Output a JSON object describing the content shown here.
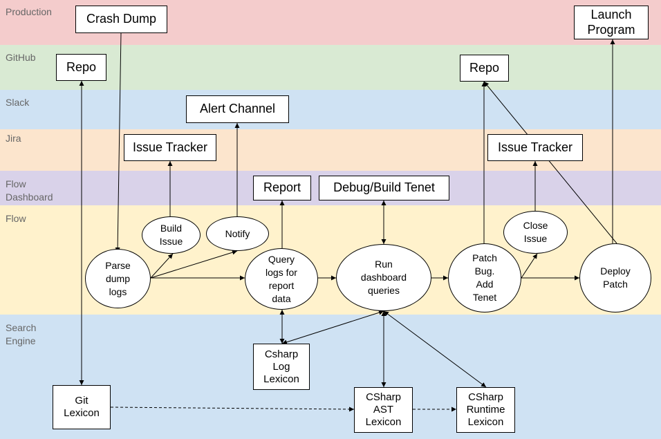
{
  "lanes": [
    {
      "id": "production",
      "label": "Production",
      "color": "#f4cccc"
    },
    {
      "id": "github",
      "label": "GitHub",
      "color": "#d9ead3"
    },
    {
      "id": "slack",
      "label": "Slack",
      "color": "#cfe2f3"
    },
    {
      "id": "jira",
      "label": "Jira",
      "color": "#fce5cd"
    },
    {
      "id": "flow_dashboard",
      "label": "Flow\nDashboard",
      "color": "#d9d2e9"
    },
    {
      "id": "flow",
      "label": "Flow",
      "color": "#fff2cc"
    },
    {
      "id": "search_engine",
      "label": "Search\nEngine",
      "color": "#cfe2f3"
    }
  ],
  "boxes": {
    "crash_dump": "Crash Dump",
    "launch_program": "Launch\nProgram",
    "repo_left": "Repo",
    "repo_right": "Repo",
    "alert_channel": "Alert Channel",
    "issue_tracker_left": "Issue Tracker",
    "issue_tracker_right": "Issue Tracker",
    "report": "Report",
    "debug_build_tenet": "Debug/Build Tenet",
    "csharp_log_lexicon": "Csharp\nLog\nLexicon",
    "git_lexicon": "Git\nLexicon",
    "csharp_ast_lexicon": "CSharp\nAST\nLexicon",
    "csharp_runtime_lexicon": "CSharp\nRuntime\nLexicon"
  },
  "nodes": {
    "build_issue": "Build\nIssue",
    "notify": "Notify",
    "close_issue": "Close\nIssue",
    "parse_dump_logs": "Parse\ndump\nlogs",
    "query_logs": "Query\nlogs for\nreport\ndata",
    "run_dashboard_queries": "Run\ndashboard\nqueries",
    "patch_bug": "Patch\nBug.\nAdd\nTenet",
    "deploy_patch": "Deploy\nPatch"
  }
}
